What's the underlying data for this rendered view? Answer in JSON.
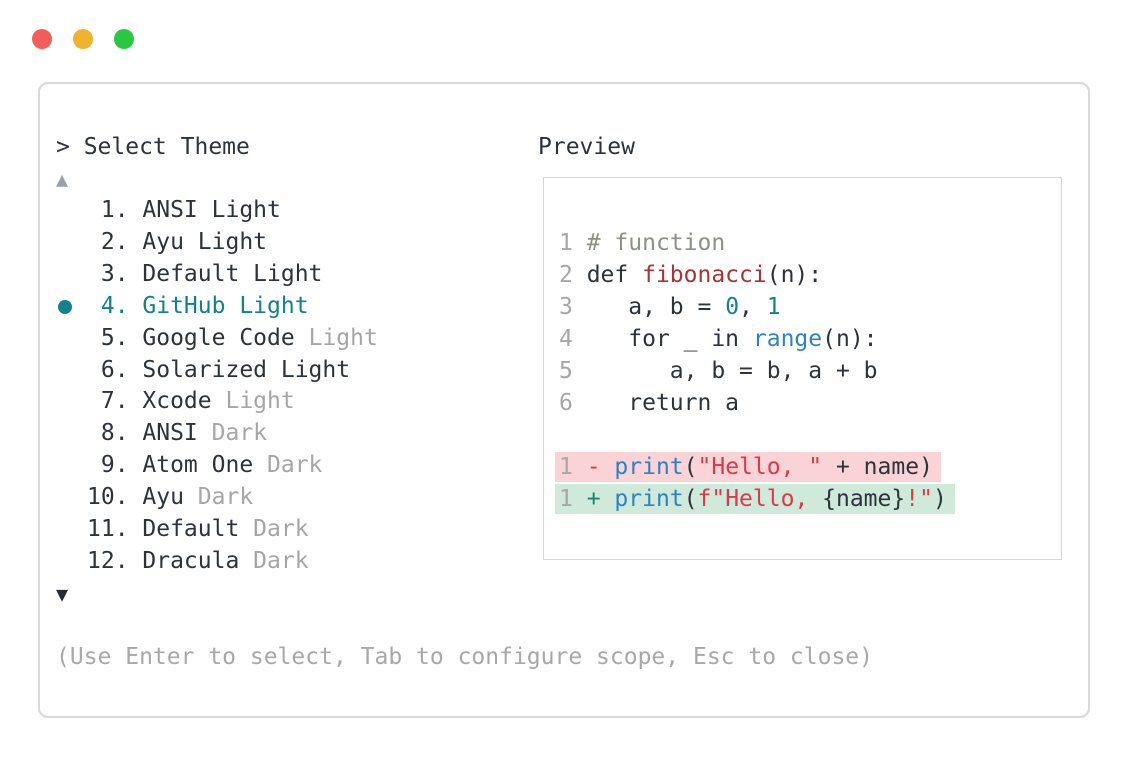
{
  "window": {
    "traffic_lights": [
      {
        "name": "close",
        "color": "#f15e57"
      },
      {
        "name": "minimize",
        "color": "#f1b32e"
      },
      {
        "name": "zoom",
        "color": "#28c840"
      }
    ]
  },
  "prompt": {
    "symbol": ">",
    "title": "Select Theme",
    "full": "> Select Theme"
  },
  "scroll": {
    "up_symbol": "▲",
    "down_symbol": "▼"
  },
  "theme_list": {
    "selected_index": 3,
    "items": [
      {
        "number": "1.",
        "label": "ANSI Light",
        "muted": "",
        "selected": false
      },
      {
        "number": "2.",
        "label": "Ayu Light",
        "muted": "",
        "selected": false
      },
      {
        "number": "3.",
        "label": "Default Light",
        "muted": "",
        "selected": false
      },
      {
        "number": "4.",
        "label": "GitHub Light",
        "muted": "",
        "selected": true
      },
      {
        "number": "5.",
        "label": "Google Code",
        "muted": "Light",
        "selected": false
      },
      {
        "number": "6.",
        "label": "Solarized Light",
        "muted": "",
        "selected": false
      },
      {
        "number": "7.",
        "label": "Xcode",
        "muted": "Light",
        "selected": false
      },
      {
        "number": "8.",
        "label": "ANSI",
        "muted": "Dark",
        "selected": false
      },
      {
        "number": "9.",
        "label": "Atom One",
        "muted": "Dark",
        "selected": false
      },
      {
        "number": "10.",
        "label": "Ayu",
        "muted": "Dark",
        "selected": false
      },
      {
        "number": "11.",
        "label": "Default",
        "muted": "Dark",
        "selected": false
      },
      {
        "number": "12.",
        "label": "Dracula",
        "muted": "Dark",
        "selected": false
      }
    ]
  },
  "preview": {
    "label": "Preview",
    "code_lines": [
      {
        "diff": "",
        "segments": [
          [
            "ln",
            "1 "
          ],
          [
            "comment",
            "# function"
          ]
        ]
      },
      {
        "diff": "",
        "segments": [
          [
            "ln",
            "2 "
          ],
          [
            "text",
            "def "
          ],
          [
            "func",
            "fibonacci"
          ],
          [
            "text",
            "(n):"
          ]
        ]
      },
      {
        "diff": "",
        "segments": [
          [
            "ln",
            "3 "
          ],
          [
            "text",
            "   a, b = "
          ],
          [
            "num",
            "0"
          ],
          [
            "text",
            ", "
          ],
          [
            "num",
            "1"
          ]
        ]
      },
      {
        "diff": "",
        "segments": [
          [
            "ln",
            "4 "
          ],
          [
            "text",
            "   for _ in "
          ],
          [
            "blue",
            "range"
          ],
          [
            "text",
            "(n):"
          ]
        ]
      },
      {
        "diff": "",
        "segments": [
          [
            "ln",
            "5 "
          ],
          [
            "text",
            "      a, b = b, a + b"
          ]
        ]
      },
      {
        "diff": "",
        "segments": [
          [
            "ln",
            "6 "
          ],
          [
            "text",
            "   return a"
          ]
        ]
      },
      {
        "diff": "",
        "segments": []
      },
      {
        "diff": "removed",
        "segments": [
          [
            "ln",
            "1 "
          ],
          [
            "minus",
            "- "
          ],
          [
            "blue",
            "print"
          ],
          [
            "text",
            "("
          ],
          [
            "string",
            "\"Hello, \""
          ],
          [
            "text",
            " + name)"
          ]
        ]
      },
      {
        "diff": "added",
        "segments": [
          [
            "ln",
            "1 "
          ],
          [
            "plus",
            "+ "
          ],
          [
            "blue",
            "print"
          ],
          [
            "text",
            "("
          ],
          [
            "string",
            "f\"Hello, "
          ],
          [
            "text",
            "{name}"
          ],
          [
            "bright",
            "!"
          ],
          [
            "string",
            "\""
          ],
          [
            "text",
            ")"
          ]
        ]
      }
    ]
  },
  "footer": {
    "hint": "(Use Enter to select, Tab to configure scope, Esc to close)"
  },
  "colors": {
    "selection_teal": "#16808a",
    "diff_removed_bg": "#f9d3d6",
    "diff_added_bg": "#cfe9da",
    "string_red": "#d93a4e",
    "function_red": "#a8343a",
    "builtin_blue": "#2e82bd",
    "number_teal": "#19808a",
    "comment_gray_green": "#8b9286",
    "muted_gray": "#a6a6a6",
    "panel_border": "#d8d8d8"
  }
}
